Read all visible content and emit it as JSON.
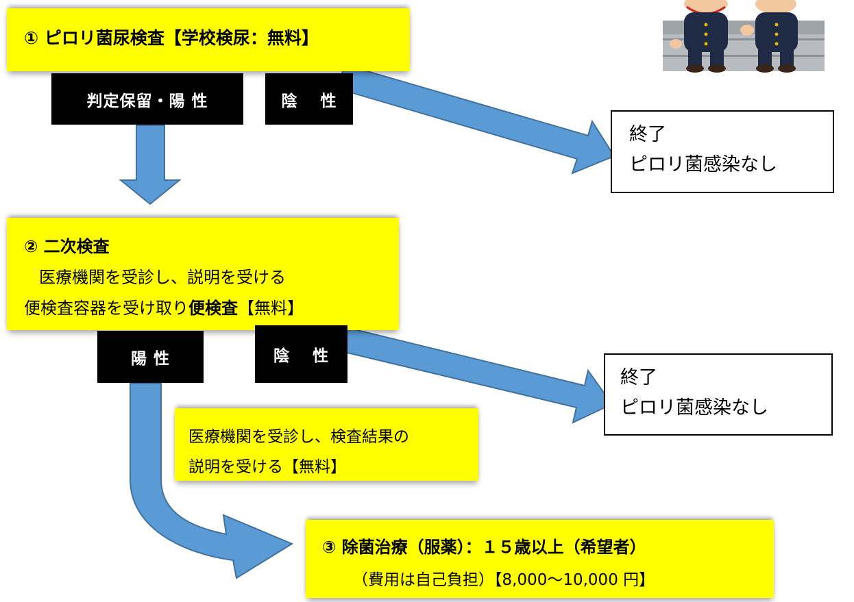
{
  "colors": {
    "box_fill": "#ffff00",
    "arrow_fill": "#5b9bd5",
    "arrow_stroke": "#41719c",
    "label_fill": "#000000"
  },
  "step1": {
    "title": "① ピロリ菌尿検査【学校検尿：無料】",
    "label_positive": "判定保留・陽 性",
    "label_negative": "陰　 性",
    "end_line1": "終了",
    "end_line2": "ピロリ菌感染なし"
  },
  "step2": {
    "title": "② 二次検査",
    "line1": "医療機関を受診し、説明を受ける",
    "line2_prefix": "便検査容器を受け取り",
    "line2_bold": "便検査",
    "line2_suffix": "【無料】",
    "label_positive": "陽 性",
    "label_negative": "陰　 性",
    "end_line1": "終了",
    "end_line2": "ピロリ菌感染なし"
  },
  "note": {
    "line1": "医療機関を受診し、検査結果の",
    "line2": "説明を受ける【無料】"
  },
  "step3": {
    "title": "③ 除菌治療（服薬）：１５歳以上（希望者）",
    "line2": "（費用は自己負担）【8,000～10,000 円】"
  },
  "illustration": {
    "icon": "students-sitting-icon"
  }
}
